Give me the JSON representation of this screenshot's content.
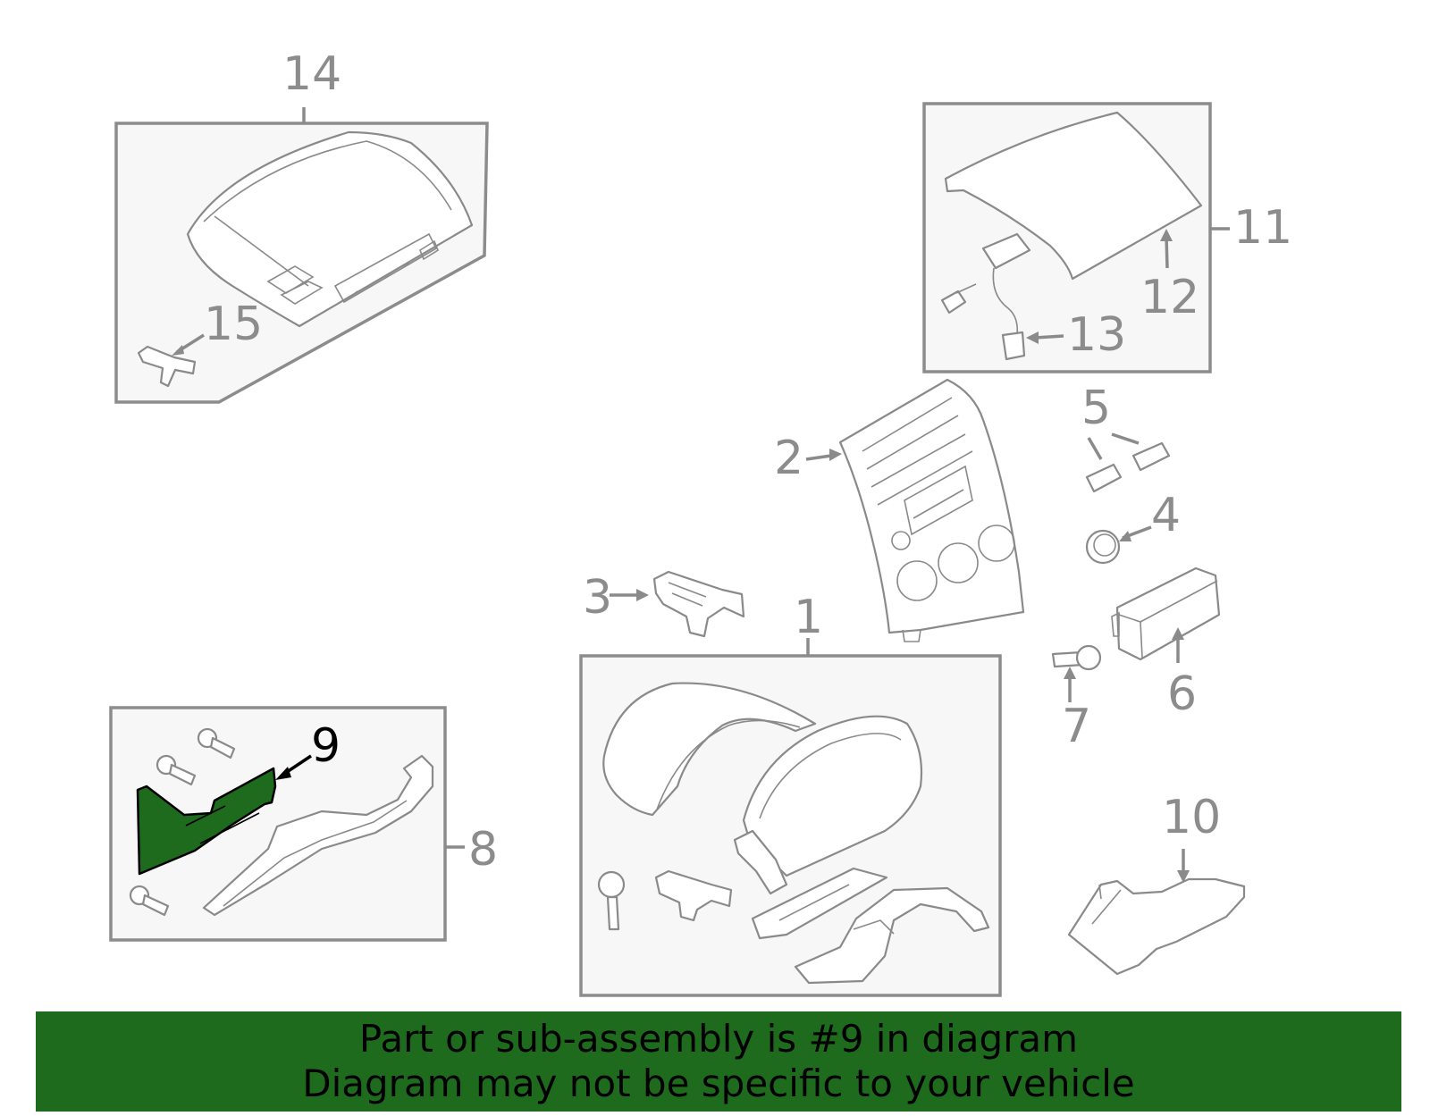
{
  "callouts": {
    "c1": "1",
    "c2": "2",
    "c3": "3",
    "c4": "4",
    "c5": "5",
    "c6": "6",
    "c7": "7",
    "c8": "8",
    "c9": "9",
    "c10": "10",
    "c11": "11",
    "c12": "12",
    "c13": "13",
    "c14": "14",
    "c15": "15"
  },
  "highlighted_part": "9",
  "colors": {
    "highlight": "#1e6b1e",
    "outline": "#8c8c8c",
    "box_fill": "#f7f7f7"
  },
  "banner": {
    "line1": "Part or sub-assembly is #9 in diagram",
    "line2": "Diagram may not be specific to your vehicle"
  }
}
